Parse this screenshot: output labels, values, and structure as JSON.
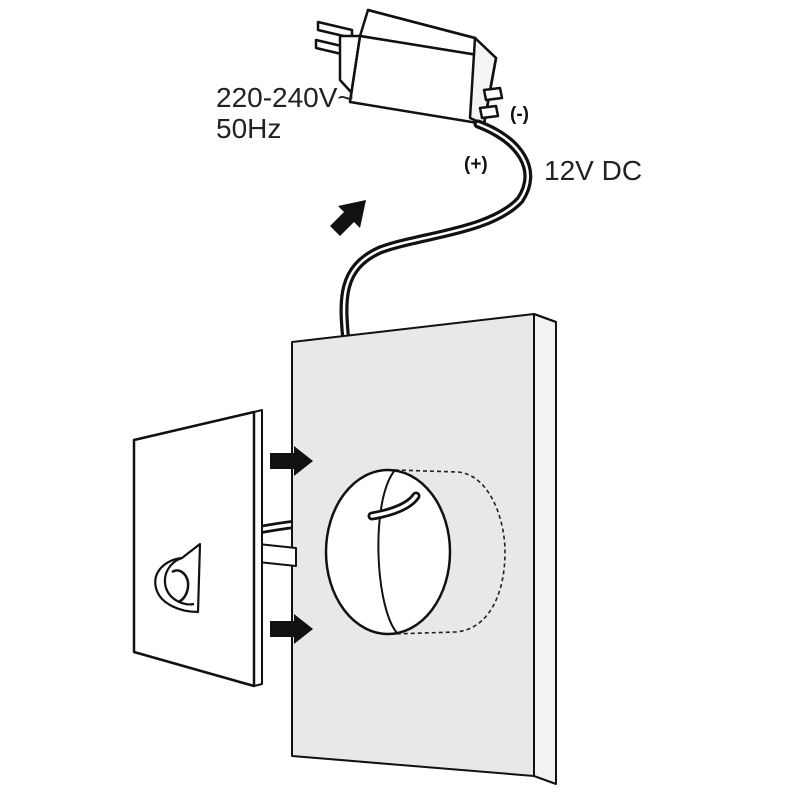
{
  "labels": {
    "input_voltage": "220-240V~",
    "input_frequency": "50Hz",
    "output_voltage": "12V DC",
    "negative_terminal": "(-)",
    "positive_terminal": "(+)"
  },
  "colors": {
    "wall": "#e8e8e8",
    "wall_side": "#f2f2f2",
    "outline": "#111111",
    "arrow": "#111111"
  }
}
